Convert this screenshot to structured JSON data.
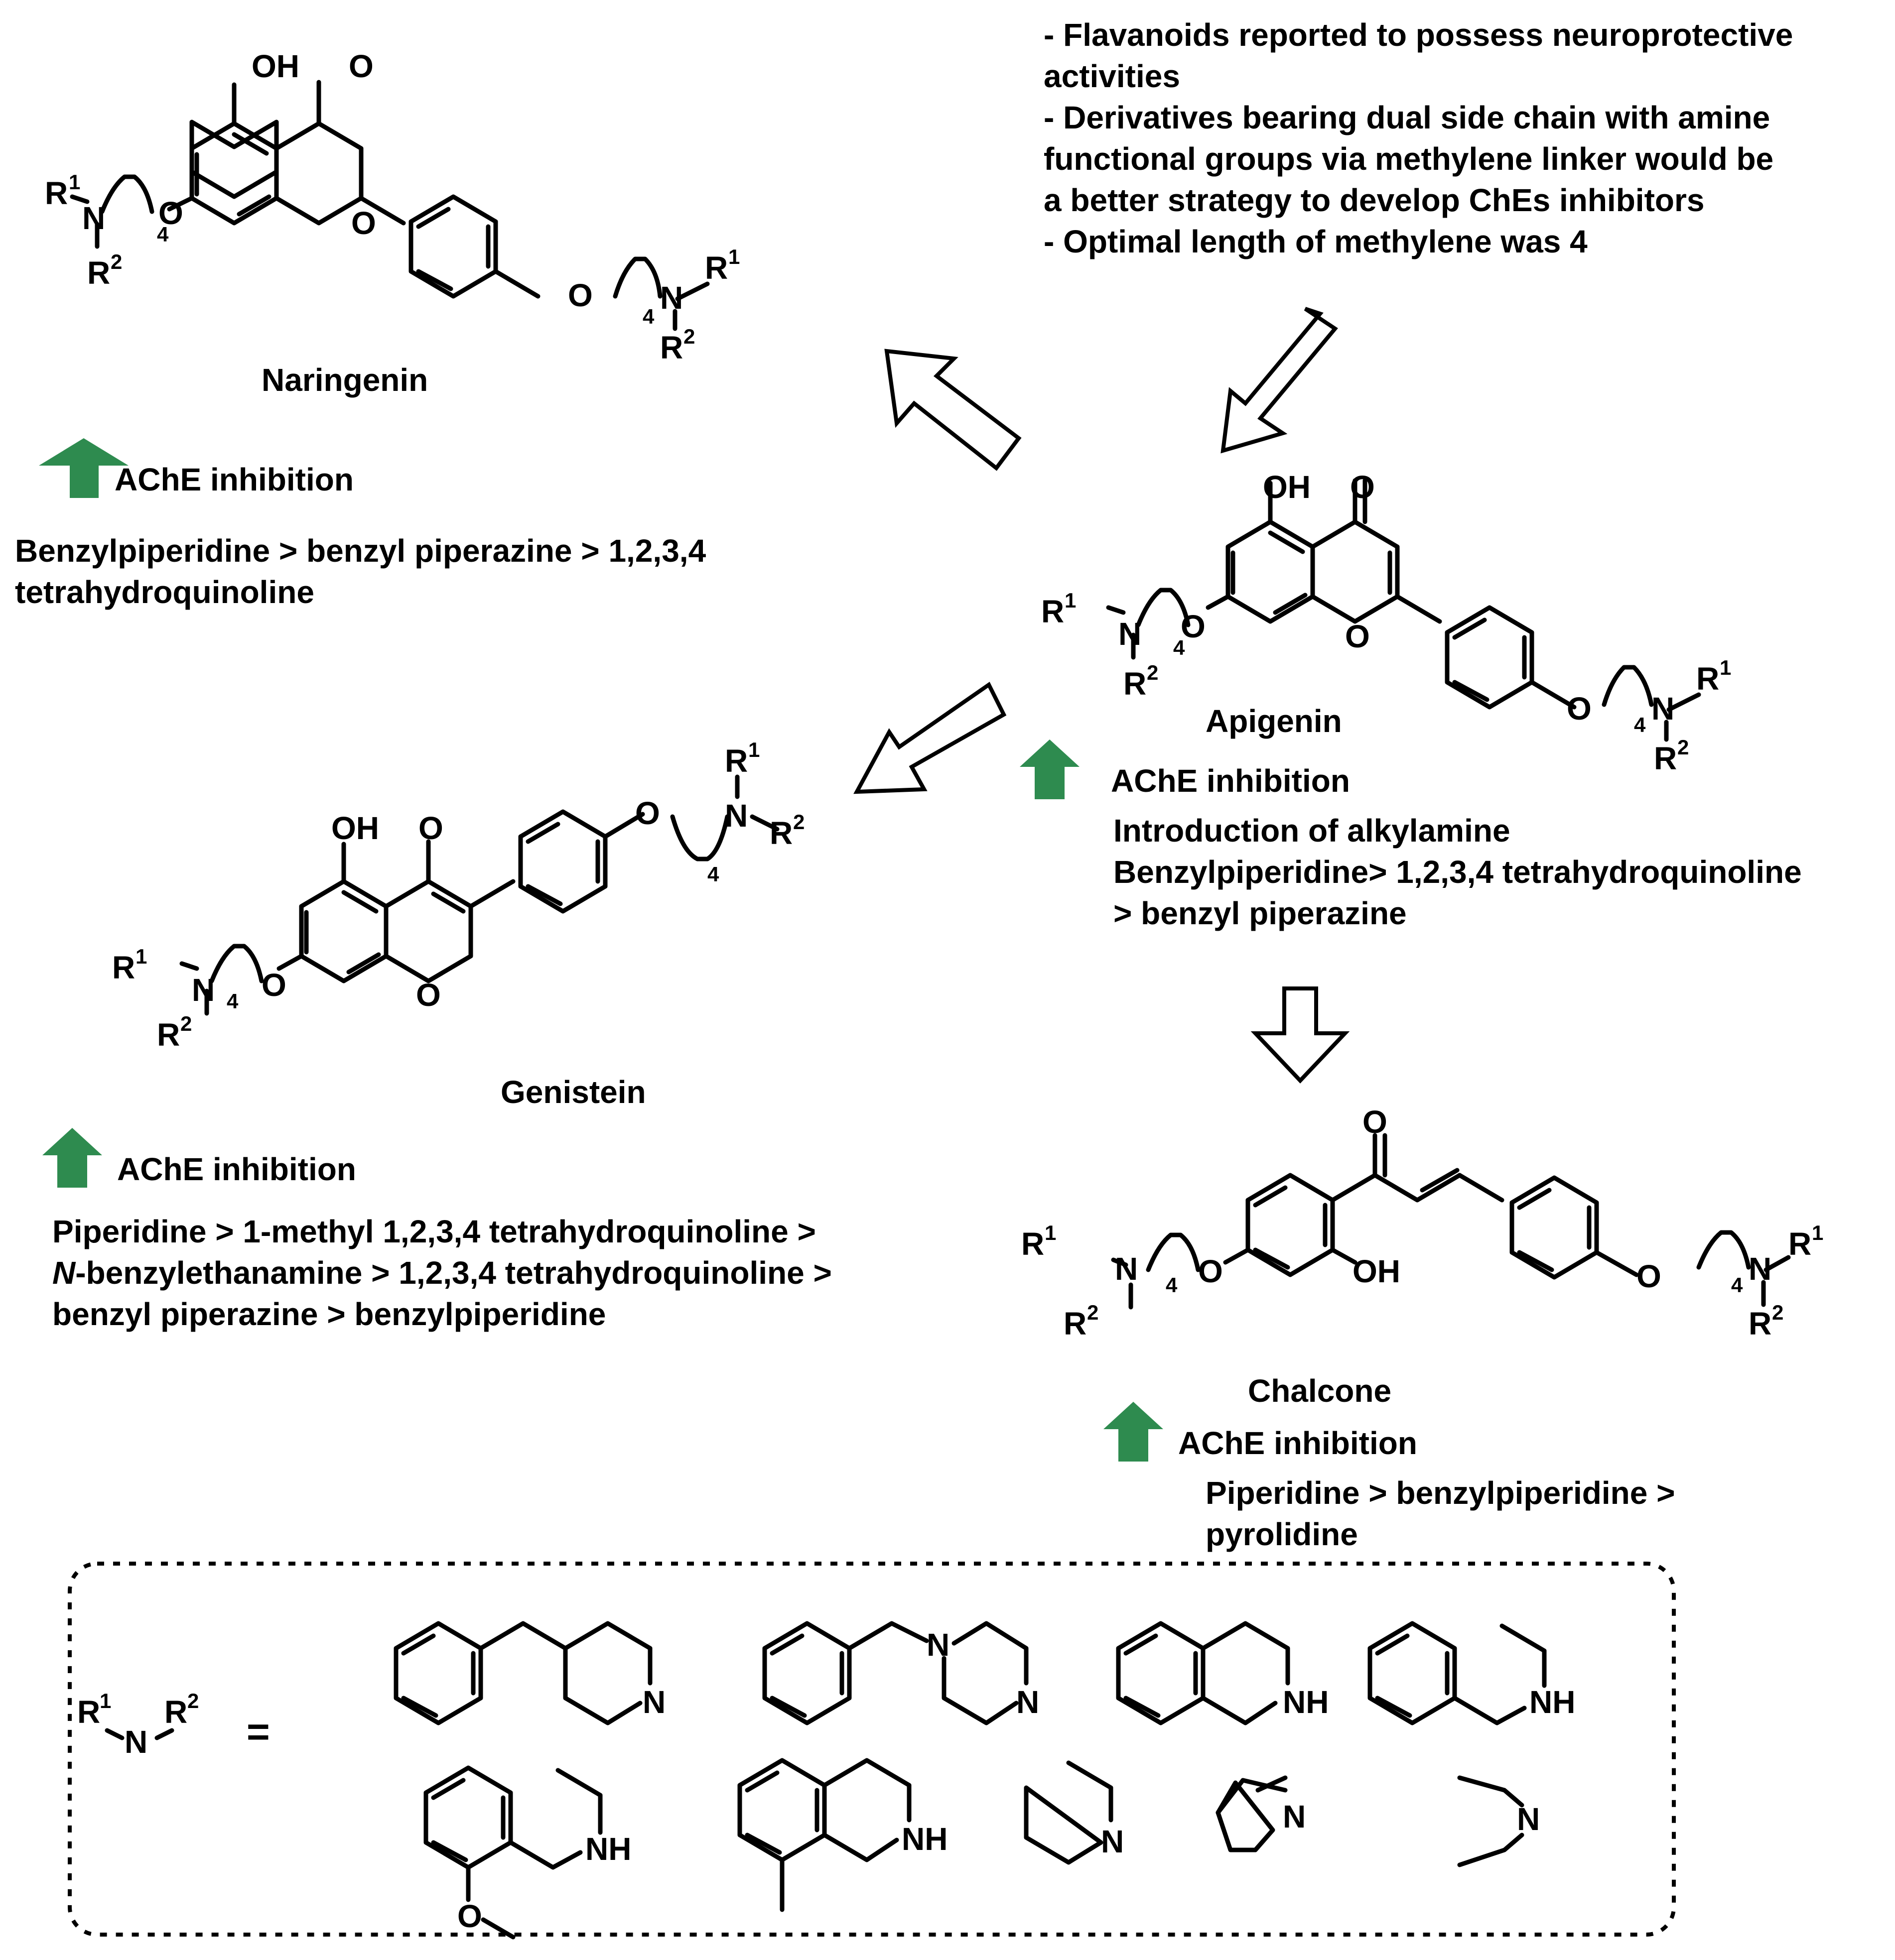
{
  "intro_notes": [
    "- Flavanoids reported to possess neuroprotective",
    "activities",
    "- Derivatives bearing dual side chain with amine",
    "functional groups via methylene linker would be",
    "a better strategy to develop ChEs inhibitors",
    "- Optimal length of methylene was 4"
  ],
  "compounds": {
    "naringenin": {
      "name": "Naringenin",
      "activity_label": "AChE inhibition",
      "sar_lines": [
        "Benzylpiperidine > benzyl piperazine > 1,2,3,4",
        "tetrahydroquinoline"
      ]
    },
    "apigenin": {
      "name": "Apigenin",
      "activity_label": "AChE inhibition",
      "sar_lines": [
        "Introduction of alkylamine",
        "Benzylpiperidine> 1,2,3,4 tetrahydroquinoline",
        "> benzyl piperazine"
      ]
    },
    "genistein": {
      "name": "Genistein",
      "activity_label": "AChE inhibition",
      "sar_lines": [
        "Piperidine > 1-methyl 1,2,3,4 tetrahydroquinoline >",
        "N-benzylethanamine > 1,2,3,4 tetrahydroquinoline >",
        "benzyl piperazine > benzylpiperidine"
      ]
    },
    "chalcone": {
      "name": "Chalcone",
      "activity_label": "AChE inhibition",
      "sar_lines": [
        "Piperidine >  benzylpiperidine >",
        "pyrolidine"
      ]
    }
  },
  "atom_labels": {
    "oh": "OH",
    "o": "O",
    "n": "N",
    "nh": "NH",
    "r1": "R",
    "r2": "R",
    "sup1": "1",
    "sup2": "2",
    "sub4": "4"
  },
  "legend_box": {
    "equals": "="
  },
  "colors": {
    "up_arrow": "#2E8B4F",
    "line": "#000000",
    "background": "#ffffff"
  },
  "icons": [
    "up-arrow-icon",
    "hollow-arrow-icon"
  ]
}
